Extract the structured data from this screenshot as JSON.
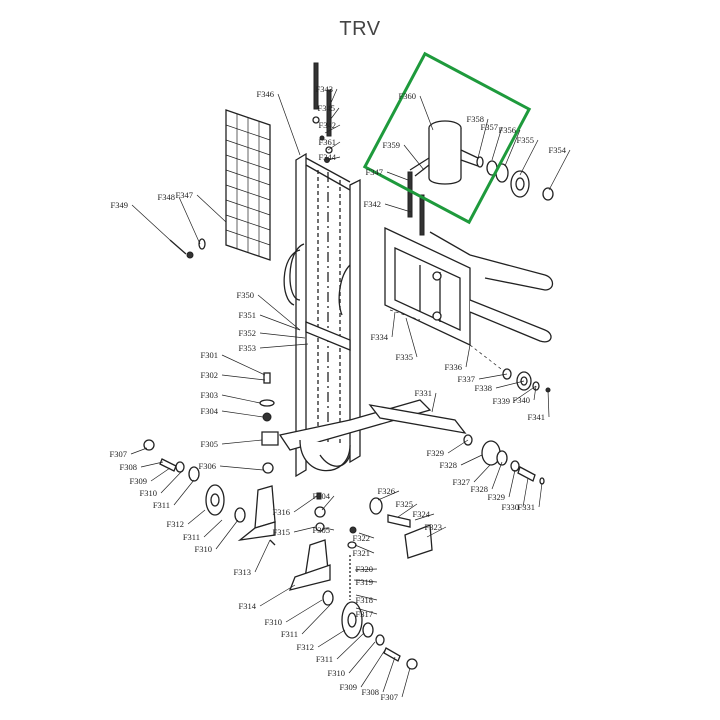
{
  "title": "TRV",
  "highlight_color": "#1e9a3c",
  "parts": [
    {
      "id": "p346",
      "label": "F346"
    },
    {
      "id": "p343",
      "label": "F343"
    },
    {
      "id": "p345",
      "label": "F345"
    },
    {
      "id": "p342a",
      "label": "F342"
    },
    {
      "id": "p361",
      "label": "F361"
    },
    {
      "id": "p344",
      "label": "F344"
    },
    {
      "id": "p360",
      "label": "F360"
    },
    {
      "id": "p358",
      "label": "F358"
    },
    {
      "id": "p357",
      "label": "F357"
    },
    {
      "id": "p356",
      "label": "F356"
    },
    {
      "id": "p355",
      "label": "F355"
    },
    {
      "id": "p354",
      "label": "F354"
    },
    {
      "id": "p359",
      "label": "F359"
    },
    {
      "id": "p347a",
      "label": "F347"
    },
    {
      "id": "p342b",
      "label": "F342"
    },
    {
      "id": "p349",
      "label": "F349"
    },
    {
      "id": "p348",
      "label": "F348"
    },
    {
      "id": "p347b",
      "label": "F347"
    },
    {
      "id": "p350",
      "label": "F350"
    },
    {
      "id": "p351",
      "label": "F351"
    },
    {
      "id": "p352",
      "label": "F352"
    },
    {
      "id": "p353",
      "label": "F353"
    },
    {
      "id": "p334",
      "label": "F334"
    },
    {
      "id": "p335",
      "label": "F335"
    },
    {
      "id": "p336",
      "label": "F336"
    },
    {
      "id": "p337",
      "label": "F337"
    },
    {
      "id": "p338",
      "label": "F338"
    },
    {
      "id": "p339",
      "label": "F339"
    },
    {
      "id": "p340",
      "label": "F340"
    },
    {
      "id": "p341",
      "label": "F341"
    },
    {
      "id": "p301",
      "label": "F301"
    },
    {
      "id": "p302",
      "label": "F302"
    },
    {
      "id": "p303",
      "label": "F303"
    },
    {
      "id": "p304a",
      "label": "F304"
    },
    {
      "id": "p331a",
      "label": "F331"
    },
    {
      "id": "p329a",
      "label": "F329"
    },
    {
      "id": "p328a",
      "label": "F328"
    },
    {
      "id": "p327",
      "label": "F327"
    },
    {
      "id": "p328b",
      "label": "F328"
    },
    {
      "id": "p329b",
      "label": "F329"
    },
    {
      "id": "p330",
      "label": "F330"
    },
    {
      "id": "p331b",
      "label": "F331"
    },
    {
      "id": "p307a",
      "label": "F307"
    },
    {
      "id": "p308a",
      "label": "F308"
    },
    {
      "id": "p309a",
      "label": "F309"
    },
    {
      "id": "p310a",
      "label": "F310"
    },
    {
      "id": "p311a",
      "label": "F311"
    },
    {
      "id": "p305a",
      "label": "F305"
    },
    {
      "id": "p306",
      "label": "F306"
    },
    {
      "id": "p312a",
      "label": "F312"
    },
    {
      "id": "p311b",
      "label": "F311"
    },
    {
      "id": "p310b",
      "label": "F310"
    },
    {
      "id": "p313",
      "label": "F313"
    },
    {
      "id": "p316",
      "label": "F316"
    },
    {
      "id": "p304b",
      "label": "F304"
    },
    {
      "id": "p315",
      "label": "F315"
    },
    {
      "id": "p305b",
      "label": "F305"
    },
    {
      "id": "p326",
      "label": "F326"
    },
    {
      "id": "p325",
      "label": "F325"
    },
    {
      "id": "p324",
      "label": "F324"
    },
    {
      "id": "p323",
      "label": "F323"
    },
    {
      "id": "p322",
      "label": "F322"
    },
    {
      "id": "p321",
      "label": "F321"
    },
    {
      "id": "p320",
      "label": "F320"
    },
    {
      "id": "p319",
      "label": "F319"
    },
    {
      "id": "p318",
      "label": "F318"
    },
    {
      "id": "p317",
      "label": "F317"
    },
    {
      "id": "p314",
      "label": "F314"
    },
    {
      "id": "p310c",
      "label": "F310"
    },
    {
      "id": "p311c",
      "label": "F311"
    },
    {
      "id": "p312b",
      "label": "F312"
    },
    {
      "id": "p311d",
      "label": "F311"
    },
    {
      "id": "p310d",
      "label": "F310"
    },
    {
      "id": "p309b",
      "label": "F309"
    },
    {
      "id": "p308b",
      "label": "F308"
    },
    {
      "id": "p307b",
      "label": "F307"
    }
  ]
}
